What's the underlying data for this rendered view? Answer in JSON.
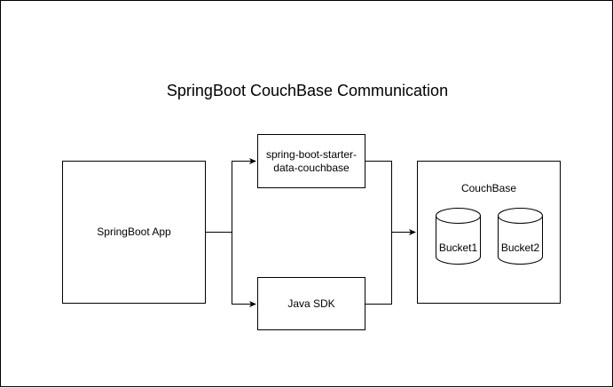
{
  "diagram": {
    "title": "SpringBoot CouchBase Communication",
    "nodes": {
      "app": {
        "label": "SpringBoot App"
      },
      "starter": {
        "label": "spring-boot-starter-data-couchbase"
      },
      "sdk": {
        "label": "Java SDK"
      },
      "couchbase": {
        "label": "CouchBase",
        "buckets": [
          {
            "label": "Bucket1"
          },
          {
            "label": "Bucket2"
          }
        ]
      }
    },
    "connections": [
      {
        "from": "SpringBoot App",
        "to": "spring-boot-starter-data-couchbase"
      },
      {
        "from": "SpringBoot App",
        "to": "Java SDK"
      },
      {
        "from": "spring-boot-starter-data-couchbase",
        "to": "CouchBase"
      },
      {
        "from": "Java SDK",
        "to": "CouchBase"
      }
    ]
  }
}
